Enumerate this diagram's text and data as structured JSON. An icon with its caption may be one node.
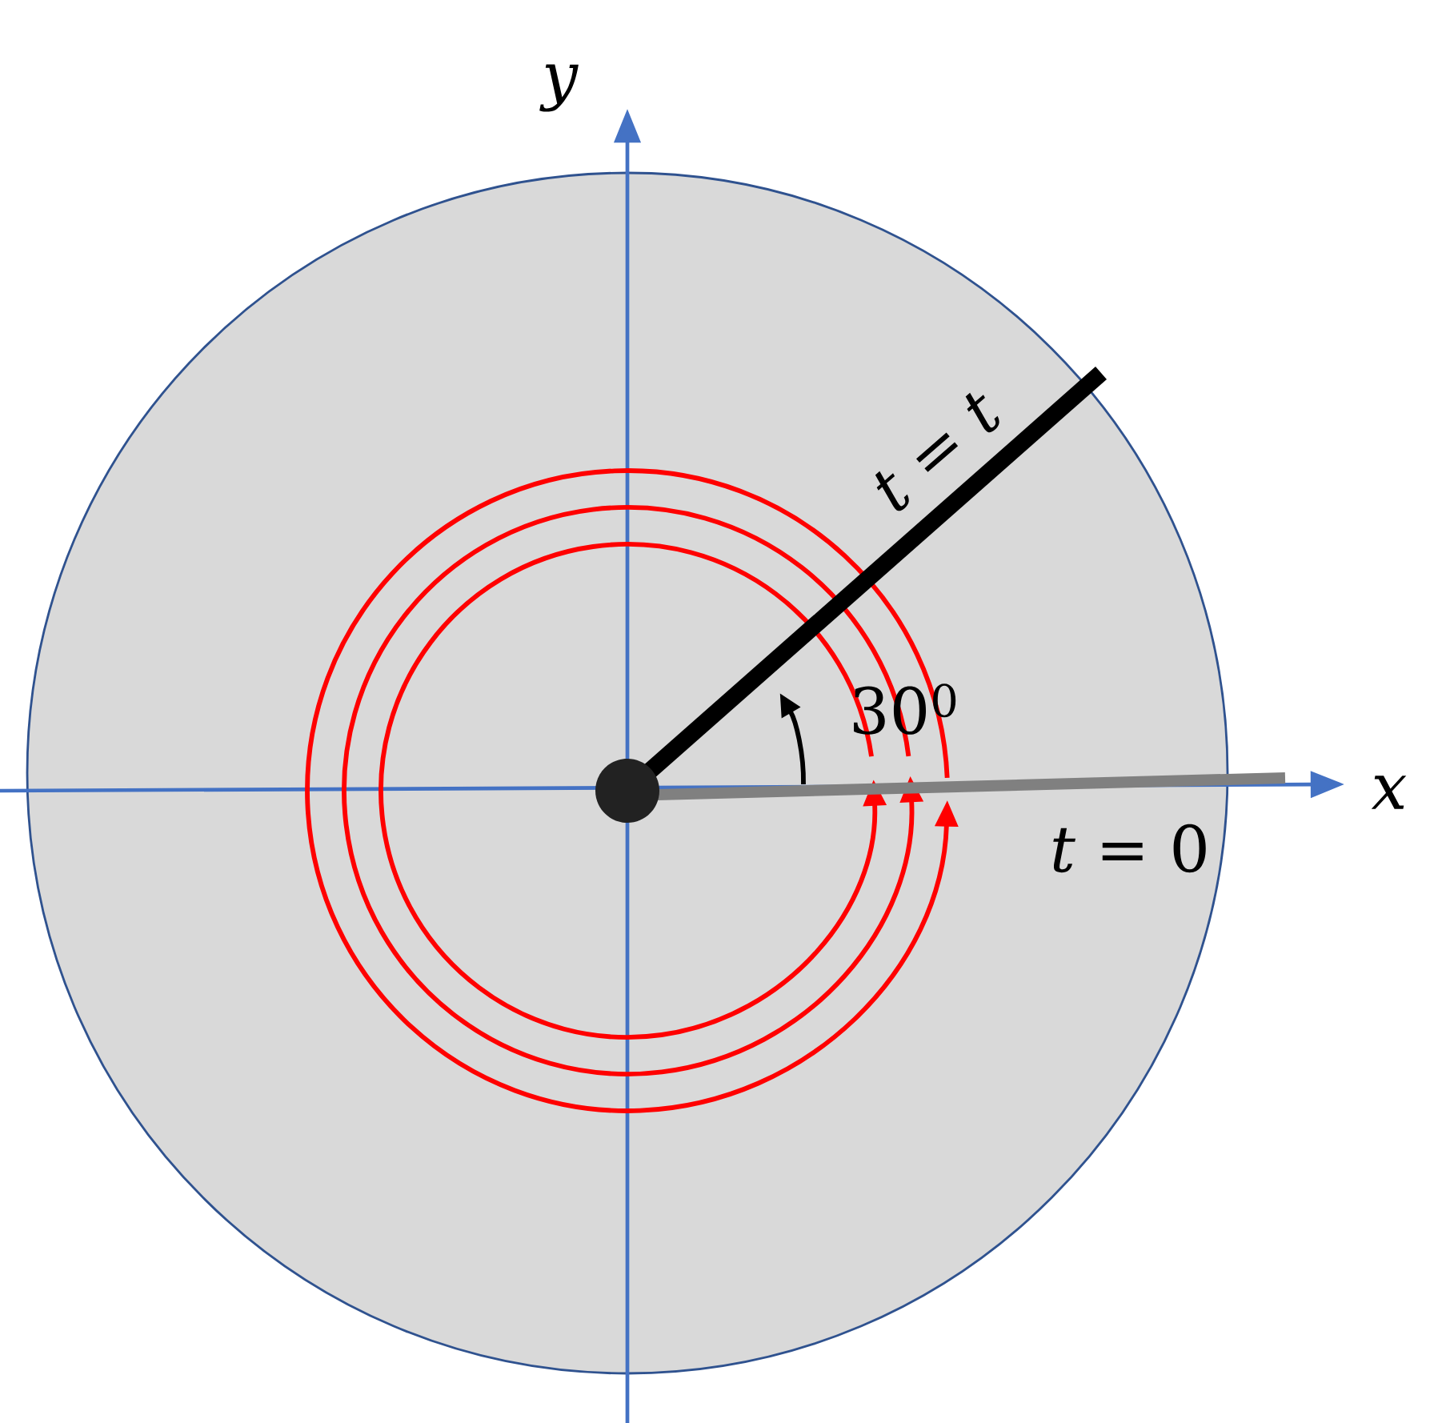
{
  "diagram": {
    "labels": [
      "*y*",
      "*x*",
      "*t* = *t*",
      "30$^{0}$",
      "*t* = 0"
    ]
  }
}
